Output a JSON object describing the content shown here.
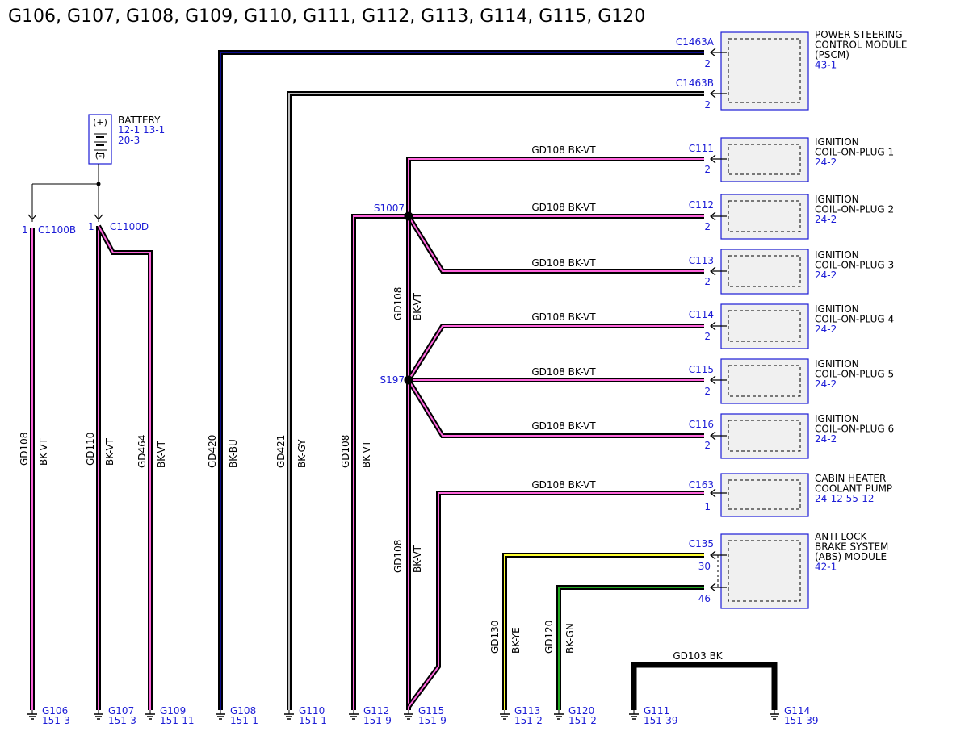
{
  "title": "G106, G107, G108, G109, G110, G111, G112, G113, G114, G115, G120",
  "battery": {
    "name": "BATTERY",
    "refs": [
      "12-1  13-1",
      "20-3"
    ],
    "plus": "(+)",
    "minus": "(-)"
  },
  "battery_connectors": [
    {
      "pin": "1",
      "id": "C1100B"
    },
    {
      "pin": "1",
      "id": "C1100D"
    }
  ],
  "modules": [
    {
      "name": [
        "POWER STEERING",
        "CONTROL MODULE",
        "(PSCM)"
      ],
      "ref": "43-1",
      "connectors": [
        {
          "id": "C1463A",
          "pin": "2"
        },
        {
          "id": "C1463B",
          "pin": "2"
        }
      ]
    },
    {
      "name": [
        "IGNITION",
        "COIL-ON-PLUG 1"
      ],
      "ref": "24-2",
      "connectors": [
        {
          "id": "C111",
          "pin": "2"
        }
      ]
    },
    {
      "name": [
        "IGNITION",
        "COIL-ON-PLUG 2"
      ],
      "ref": "24-2",
      "connectors": [
        {
          "id": "C112",
          "pin": "2"
        }
      ]
    },
    {
      "name": [
        "IGNITION",
        "COIL-ON-PLUG 3"
      ],
      "ref": "24-2",
      "connectors": [
        {
          "id": "C113",
          "pin": "2"
        }
      ]
    },
    {
      "name": [
        "IGNITION",
        "COIL-ON-PLUG 4"
      ],
      "ref": "24-2",
      "connectors": [
        {
          "id": "C114",
          "pin": "2"
        }
      ]
    },
    {
      "name": [
        "IGNITION",
        "COIL-ON-PLUG 5"
      ],
      "ref": "24-2",
      "connectors": [
        {
          "id": "C115",
          "pin": "2"
        }
      ]
    },
    {
      "name": [
        "IGNITION",
        "COIL-ON-PLUG 6"
      ],
      "ref": "24-2",
      "connectors": [
        {
          "id": "C116",
          "pin": "2"
        }
      ]
    },
    {
      "name": [
        "CABIN HEATER",
        "COOLANT PUMP"
      ],
      "ref": "24-12 55-12",
      "connectors": [
        {
          "id": "C163",
          "pin": "1"
        }
      ]
    },
    {
      "name": [
        "ANTI-LOCK",
        "BRAKE SYSTEM",
        "(ABS) MODULE"
      ],
      "ref": "42-1",
      "connectors": [
        {
          "id": "C135",
          "pin": "30"
        },
        {
          "id": "",
          "pin": "46"
        }
      ]
    }
  ],
  "splices": [
    "S1007",
    "S197"
  ],
  "wire_labels": {
    "horizontal": [
      "GD108  BK-VT",
      "GD108  BK-VT",
      "GD108  BK-VT",
      "GD108  BK-VT",
      "GD108  BK-VT",
      "GD108  BK-VT",
      "GD108  BK-VT",
      "GD103  BK"
    ],
    "vertical": [
      {
        "circuit": "GD108",
        "color": "BK-VT"
      },
      {
        "circuit": "GD110",
        "color": "BK-VT"
      },
      {
        "circuit": "GD464",
        "color": "BK-VT"
      },
      {
        "circuit": "GD420",
        "color": "BK-BU"
      },
      {
        "circuit": "GD421",
        "color": "BK-GY"
      },
      {
        "circuit": "GD108",
        "color": "BK-VT"
      },
      {
        "circuit": "GD108",
        "color": "BK-VT"
      },
      {
        "circuit": "GD108",
        "color": "BK-VT"
      },
      {
        "circuit": "GD130",
        "color": "BK-YE"
      },
      {
        "circuit": "GD120",
        "color": "BK-GN"
      }
    ]
  },
  "grounds": [
    {
      "id": "G106",
      "ref": "151-3"
    },
    {
      "id": "G107",
      "ref": "151-3"
    },
    {
      "id": "G109",
      "ref": "151-11"
    },
    {
      "id": "G108",
      "ref": "151-1"
    },
    {
      "id": "G110",
      "ref": "151-1"
    },
    {
      "id": "G112",
      "ref": "151-9"
    },
    {
      "id": "G115",
      "ref": "151-9"
    },
    {
      "id": "G113",
      "ref": "151-2"
    },
    {
      "id": "G120",
      "ref": "151-2"
    },
    {
      "id": "G111",
      "ref": "151-39"
    },
    {
      "id": "G114",
      "ref": "151-39"
    }
  ],
  "colors": {
    "connector_blue": "#1c1cd6",
    "module_fill": "#f0f0f0",
    "stripe_violet": "#ff66dd",
    "stripe_blue": "#0d0d8f",
    "stripe_gray": "#bdbdbd",
    "stripe_yellow": "#ffff33",
    "stripe_green": "#22aa22"
  }
}
